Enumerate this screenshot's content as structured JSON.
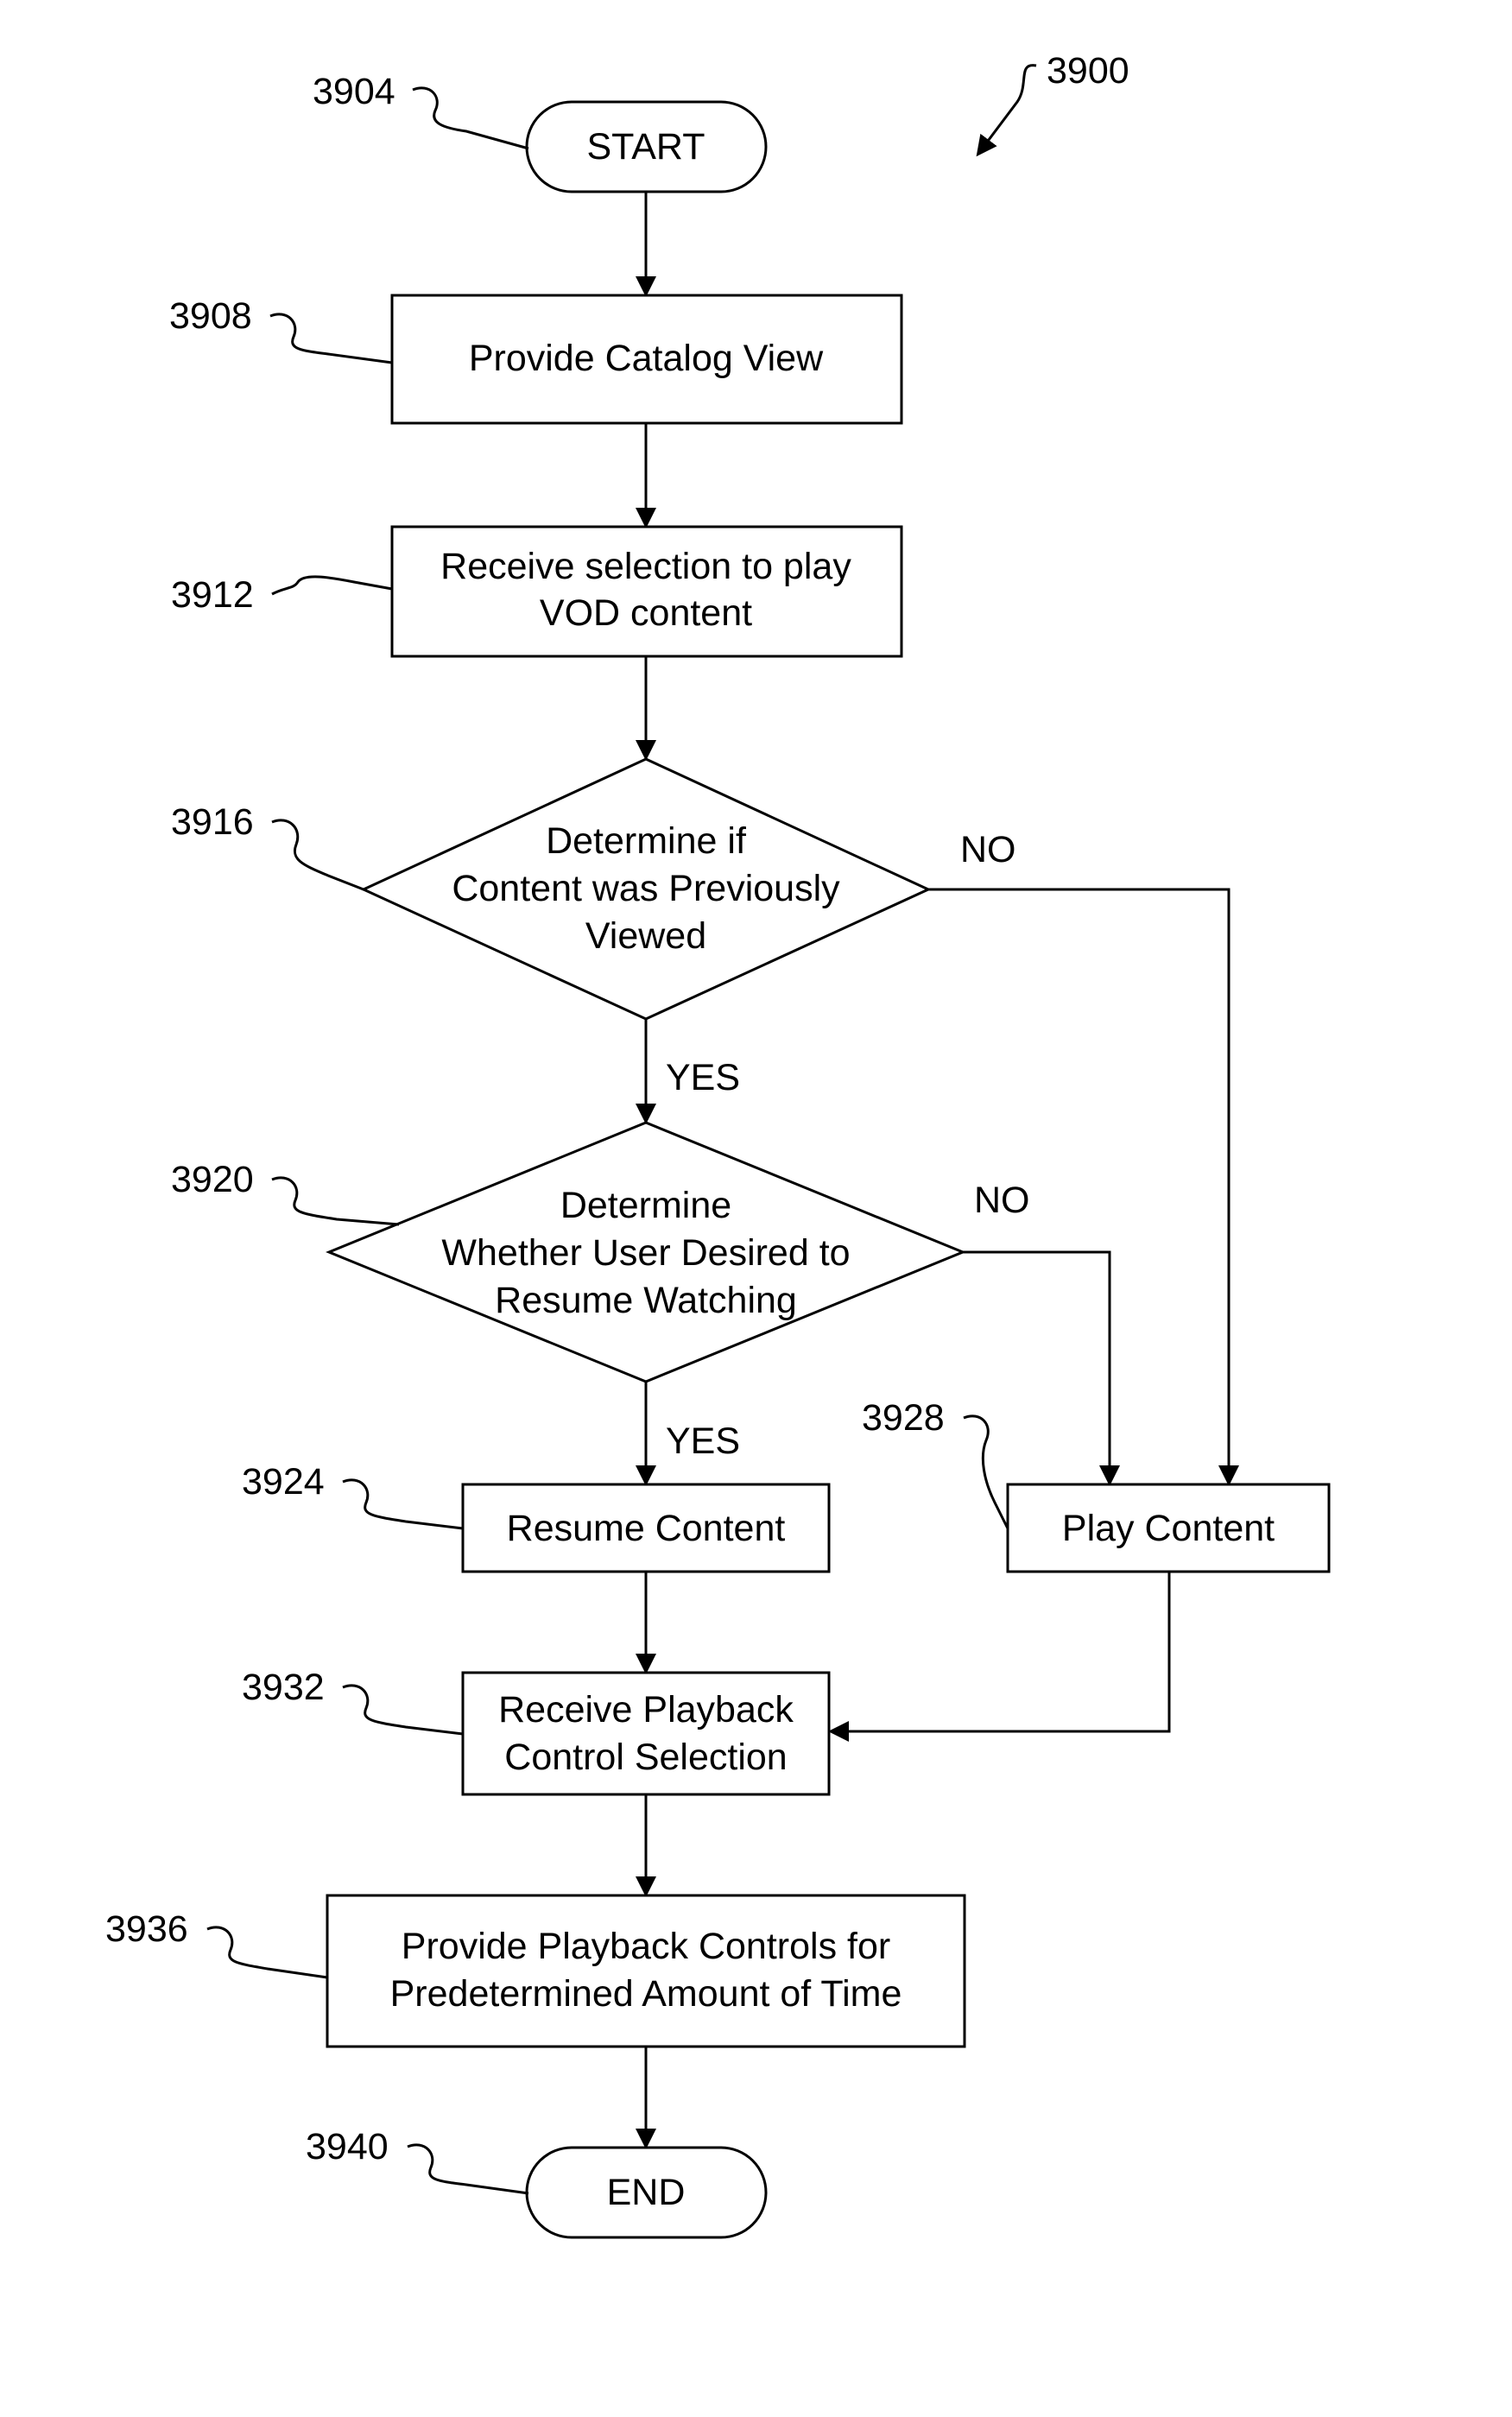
{
  "figure": {
    "ref": "3900"
  },
  "nodes": {
    "start": {
      "ref": "3904",
      "lines": [
        "START"
      ]
    },
    "catalog": {
      "ref": "3908",
      "lines": [
        "Provide Catalog View"
      ]
    },
    "receive_selection": {
      "ref": "3912",
      "lines": [
        "Receive selection to play",
        "VOD content"
      ]
    },
    "previously_viewed": {
      "ref": "3916",
      "lines": [
        "Determine if",
        "Content was Previously",
        "Viewed"
      ]
    },
    "resume_desired": {
      "ref": "3920",
      "lines": [
        "Determine",
        "Whether User Desired to",
        "Resume Watching"
      ]
    },
    "resume_content": {
      "ref": "3924",
      "lines": [
        "Resume Content"
      ]
    },
    "play_content": {
      "ref": "3928",
      "lines": [
        "Play Content"
      ]
    },
    "receive_playback": {
      "ref": "3932",
      "lines": [
        "Receive Playback",
        "Control Selection"
      ]
    },
    "provide_controls": {
      "ref": "3936",
      "lines": [
        "Provide Playback Controls for",
        "Predetermined Amount of Time"
      ]
    },
    "end": {
      "ref": "3940",
      "lines": [
        "END"
      ]
    }
  },
  "branches": {
    "d1_no": "NO",
    "d1_yes": "YES",
    "d2_no": "NO",
    "d2_yes": "YES"
  }
}
